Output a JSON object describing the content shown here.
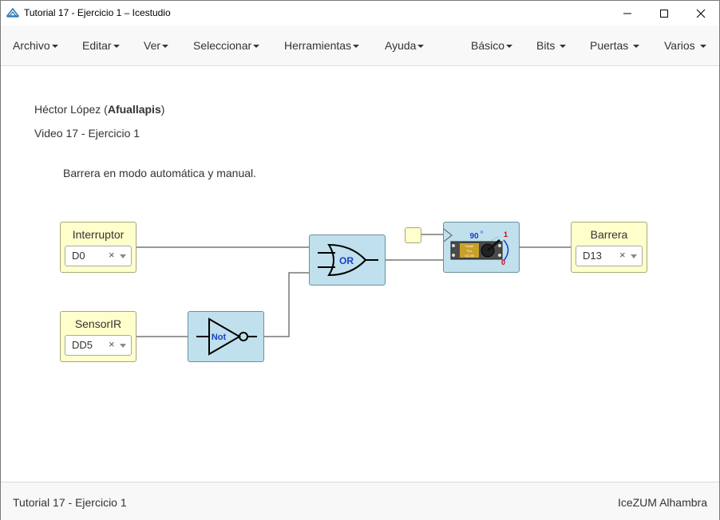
{
  "window": {
    "title": "Tutorial 17 - Ejercicio 1 – Icestudio",
    "controls": [
      "minimize-icon",
      "maximize-icon",
      "close-icon"
    ]
  },
  "menu": {
    "left": [
      {
        "label": "Archivo"
      },
      {
        "label": "Editar"
      },
      {
        "label": "Ver"
      },
      {
        "label": "Seleccionar"
      },
      {
        "label": "Herramientas"
      },
      {
        "label": "Ayuda"
      }
    ],
    "right": [
      {
        "label": "Básico"
      },
      {
        "label": "Bits"
      },
      {
        "label": "Puertas"
      },
      {
        "label": "Varios"
      }
    ]
  },
  "canvas": {
    "author_prefix": "Héctor López (",
    "author_nick": "Afuallapis",
    "author_suffix": ")",
    "subtitle": "Video 17 - Ejercicio 1",
    "description": "Barrera en modo automática y manual.",
    "inputs": [
      {
        "label": "Interruptor",
        "pin": "D0",
        "clear": "×"
      },
      {
        "label": "SensorIR",
        "pin": "DD5",
        "clear": "×"
      }
    ],
    "outputs": [
      {
        "label": "Barrera",
        "pin": "D13",
        "clear": "×"
      }
    ],
    "gates": {
      "or_label": "OR",
      "not_label": "Not"
    },
    "servo": {
      "angle": "90",
      "degree": "º",
      "one": "1",
      "zero": "0",
      "chip_text": [
        "Tower",
        "Pro",
        "SG-90"
      ]
    }
  },
  "status": {
    "left": "Tutorial 17 - Ejercicio 1",
    "right": "IceZUM Alhambra"
  },
  "colors": {
    "io_block": "#ffffcc",
    "gate_block": "#bfe0ec",
    "wire": "#777777"
  }
}
